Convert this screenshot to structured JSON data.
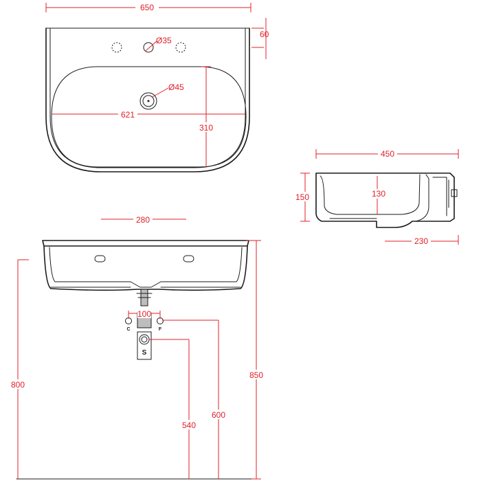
{
  "dimensions": {
    "top_width": "650",
    "top_depth_back": "60",
    "tap_hole": "Ø35",
    "drain_hole": "Ø45",
    "basin_width": "621",
    "basin_depth": "310",
    "side_width": "450",
    "side_height": "150",
    "side_inner_height": "130",
    "side_overflow": "230",
    "front_holes_spacing": "280",
    "valves_spacing": "100",
    "height_rim": "850",
    "height_left": "800",
    "height_valves": "600",
    "height_trap": "540"
  },
  "labels": {
    "valve_cold": "C",
    "valve_hot": "F",
    "trap_letter": "S"
  },
  "colors": {
    "dimension": "#e0202a",
    "outline": "#1a1a1a"
  }
}
